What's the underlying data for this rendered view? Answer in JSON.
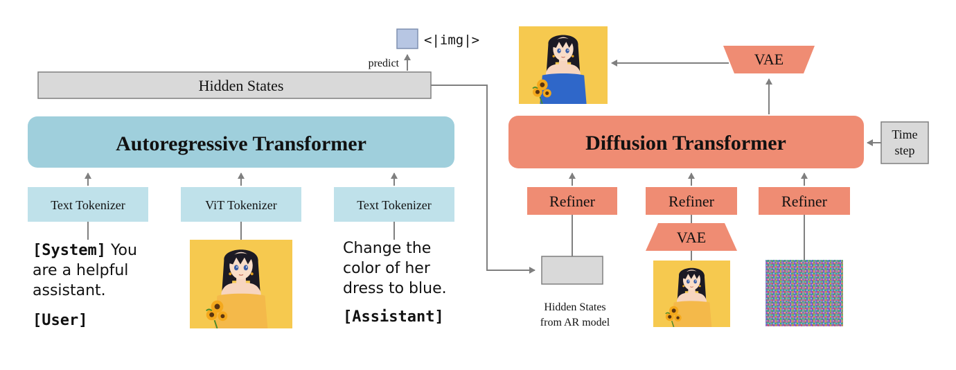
{
  "colors": {
    "ar_blue": "#9fcfdc",
    "tokenizer_blue": "#bfe1ea",
    "dit_salmon": "#ef8c73",
    "refiner_salmon": "#ef8c73",
    "gray_box": "#d9d9d9",
    "img_token": "#b7c6e3",
    "arrow": "#7f7f7f",
    "portrait_bg": "#f6c94f",
    "dress_yellow": "#f4b94a",
    "dress_blue": "#2f67c9"
  },
  "labels": {
    "img_token": "<|img|>",
    "predict": "predict",
    "hidden_states": "Hidden States",
    "ar_transformer": "Autoregressive Transformer",
    "text_tokenizer_1": "Text Tokenizer",
    "vit_tokenizer": "ViT Tokenizer",
    "text_tokenizer_2": "Text Tokenizer",
    "diffusion_transformer": "Diffusion Transformer",
    "time_step_line1": "Time",
    "time_step_line2": "step",
    "vae_top": "VAE",
    "vae_bottom": "VAE",
    "refiner_1": "Refiner",
    "refiner_2": "Refiner",
    "refiner_3": "Refiner",
    "hidden_from_ar_line1": "Hidden States",
    "hidden_from_ar_line2": "from AR model"
  },
  "prompt_left": {
    "system_tag": "[System]",
    "line1_rest": " You",
    "line2": "are a helpful",
    "line3": "assistant.",
    "user_tag": "[User]"
  },
  "prompt_right": {
    "line1": "Change the",
    "line2": "color of her",
    "line3": "dress to blue.",
    "assistant_tag": "[Assistant]"
  },
  "icons": {
    "portrait_input": "girl-yellow-dress-image",
    "portrait_output": "girl-blue-dress-image",
    "portrait_vae_input": "girl-yellow-dress-image",
    "noise": "random-noise-image"
  }
}
